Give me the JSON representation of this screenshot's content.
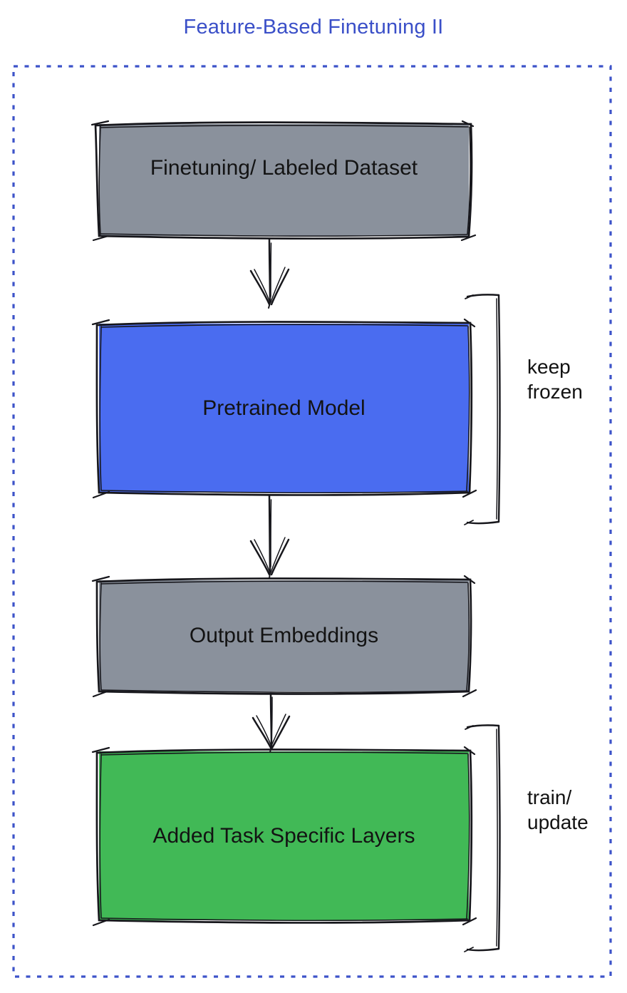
{
  "title": {
    "text": "Feature-Based Finetuning II",
    "color": "#3A4FC8"
  },
  "frame": {
    "style": "dashed",
    "color": "#3D53C9"
  },
  "nodes": [
    {
      "id": "finetuning-dataset",
      "label": "Finetuning/ Labeled Dataset",
      "fill": "#8A919C"
    },
    {
      "id": "pretrained-model",
      "label": "Pretrained Model",
      "fill": "#4A6CF0"
    },
    {
      "id": "output-embeddings",
      "label": "Output Embeddings",
      "fill": "#8A919C"
    },
    {
      "id": "added-task-layers",
      "label": "Added Task Specific Layers",
      "fill": "#41B956"
    }
  ],
  "edges": [
    {
      "from": "finetuning-dataset",
      "to": "pretrained-model"
    },
    {
      "from": "pretrained-model",
      "to": "output-embeddings"
    },
    {
      "from": "output-embeddings",
      "to": "added-task-layers"
    }
  ],
  "annotations": [
    {
      "id": "keep-frozen",
      "label": "keep\nfrozen",
      "target": "pretrained-model"
    },
    {
      "id": "train-update",
      "label": "train/\nupdate",
      "target": "added-task-layers"
    }
  ],
  "stroke_color": "#17171C",
  "text_color": "#131313"
}
